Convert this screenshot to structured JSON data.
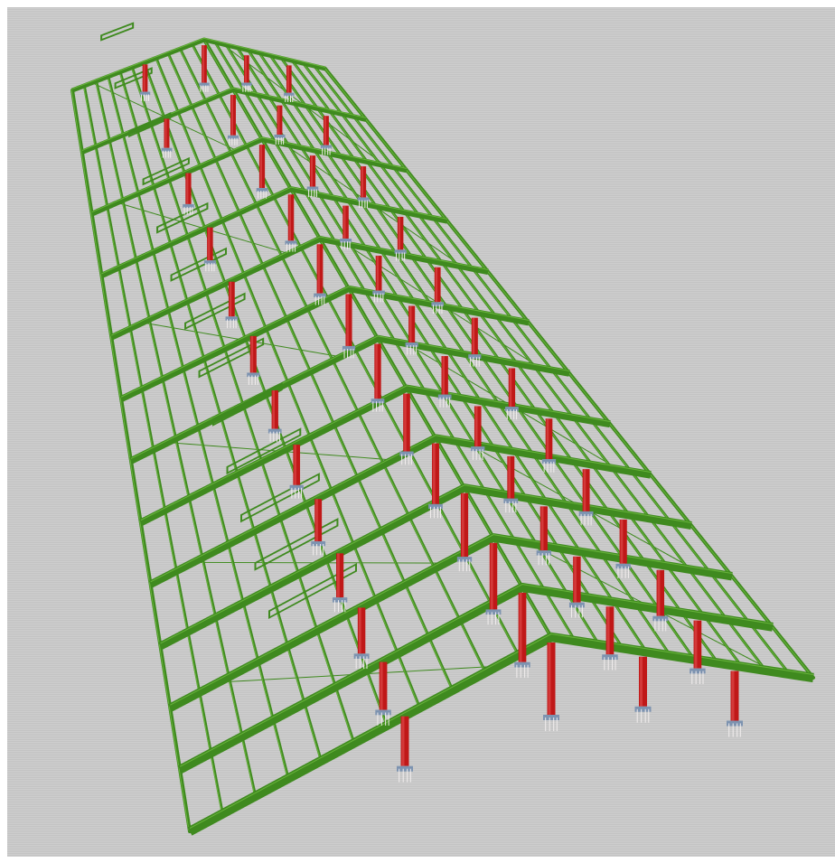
{
  "viewport": {
    "kind": "3d-structural-model-view",
    "background": "#c9c9c9"
  },
  "model": {
    "colors": {
      "steel_members": "#3f8a1f",
      "steel_members_light": "#69b43c",
      "columns": "#c01818",
      "column_highlight": "#e05050",
      "base_plates": "#7d93b0",
      "anchor_bolts": "#f2eeee"
    },
    "counts": {
      "portal_frames": 13,
      "purlin_rows": 22,
      "column_lines": 4
    }
  }
}
